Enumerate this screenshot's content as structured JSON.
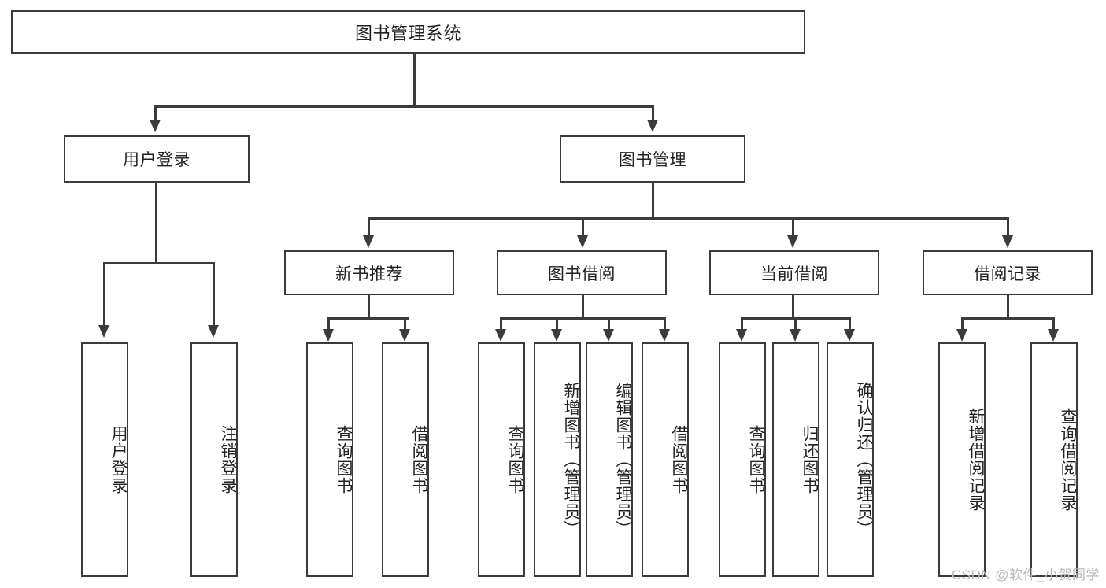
{
  "diagram": {
    "title": "图书管理系统",
    "type": "function-structure-tree",
    "root": {
      "label": "图书管理系统"
    },
    "level2": [
      {
        "label": "用户登录"
      },
      {
        "label": "图书管理"
      }
    ],
    "level3": [
      {
        "label": "新书推荐"
      },
      {
        "label": "图书借阅"
      },
      {
        "label": "当前借阅"
      },
      {
        "label": "借阅记录"
      }
    ],
    "leaves": {
      "user_login": [
        {
          "label": "用户登录"
        },
        {
          "label": "注销登录"
        }
      ],
      "new_book_recommend": [
        {
          "label": "查询图书"
        },
        {
          "label": "借阅图书"
        }
      ],
      "book_borrow": [
        {
          "label": "查询图书"
        },
        {
          "label": "新增图书（管理员）"
        },
        {
          "label": "编辑图书（管理员）"
        },
        {
          "label": "借阅图书"
        }
      ],
      "current_borrow": [
        {
          "label": "查询图书"
        },
        {
          "label": "归还图书"
        },
        {
          "label": "确认归还（管理员）"
        }
      ],
      "borrow_record": [
        {
          "label": "新增借阅记录"
        },
        {
          "label": "查询借阅记录"
        }
      ]
    }
  },
  "watermark": {
    "text": "CSDN @软件_小贺同学"
  },
  "colors": {
    "stroke": "#3b3b3b",
    "background": "#ffffff",
    "text": "#222222",
    "watermark": "#b9b9b9"
  }
}
